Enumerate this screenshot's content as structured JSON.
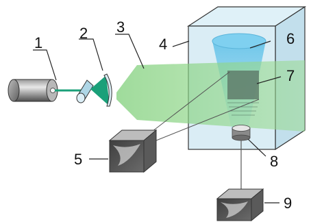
{
  "diagram": {
    "labels": {
      "l1": "1",
      "l2": "2",
      "l3": "3",
      "l4": "4",
      "l5": "5",
      "l6": "6",
      "l7": "7",
      "l8": "8",
      "l9": "9"
    },
    "colors": {
      "laser_beam": "#1aa079",
      "light_sheet": "#8fd68a",
      "chamber": "#cfe8f2",
      "cylinder": "#6b6b6b",
      "camera": "#555555",
      "objective_top": "#e6e6e6"
    }
  }
}
